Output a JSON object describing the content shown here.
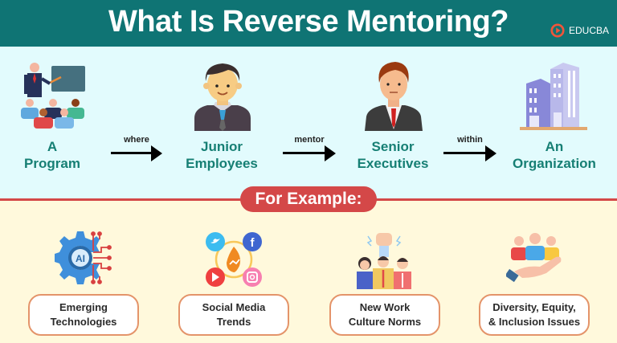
{
  "header": {
    "title": "What Is Reverse Mentoring?",
    "brand": "EDUCBA"
  },
  "flow": {
    "nodes": [
      {
        "line1": "A",
        "line2": "Program",
        "icon": "teacher-classroom-icon"
      },
      {
        "line1": "Junior",
        "line2": "Employees",
        "icon": "junior-employee-icon"
      },
      {
        "line1": "Senior",
        "line2": "Executives",
        "icon": "senior-executive-icon"
      },
      {
        "line1": "An",
        "line2": "Organization",
        "icon": "office-building-icon"
      }
    ],
    "connectors": [
      "where",
      "mentor",
      "within"
    ]
  },
  "examples": {
    "heading": "For Example:",
    "items": [
      {
        "line1": "Emerging",
        "line2": "Technologies",
        "icon": "ai-gear-icon"
      },
      {
        "line1": "Social Media",
        "line2": "Trends",
        "icon": "social-media-icon"
      },
      {
        "line1": "New Work",
        "line2": "Culture Norms",
        "icon": "team-fist-icon"
      },
      {
        "line1": "Diversity, Equity,",
        "line2": "& Inclusion Issues",
        "icon": "hand-people-icon"
      }
    ]
  },
  "colors": {
    "header_bg": "#0f7474",
    "top_bg": "#e2fbfd",
    "bottom_bg": "#fff9dc",
    "accent_red": "#d44848",
    "label_teal": "#167f74",
    "box_border": "#e4946a"
  }
}
